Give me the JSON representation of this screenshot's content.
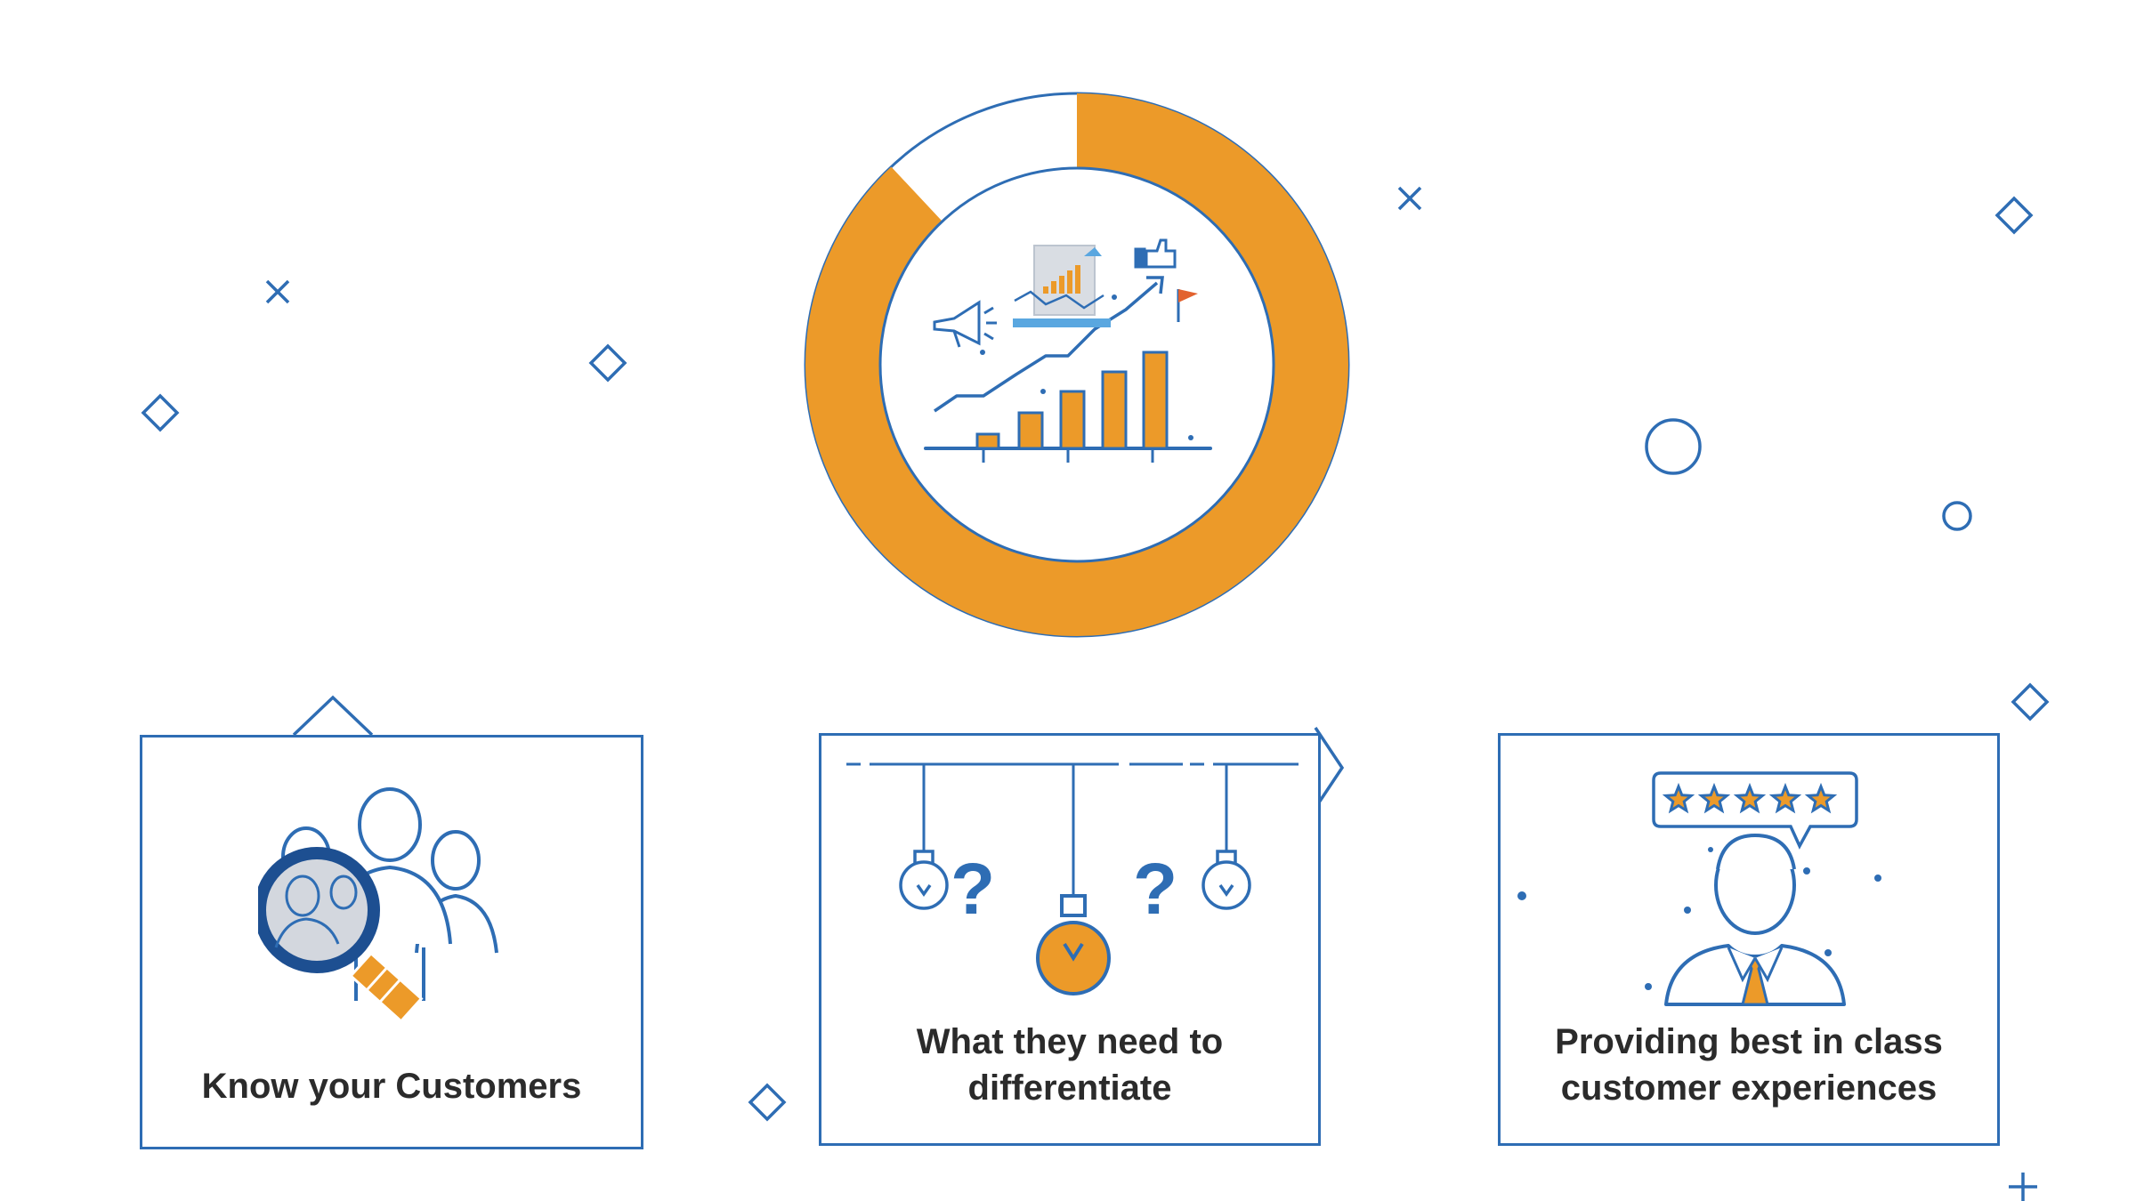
{
  "colors": {
    "accent": "#ec9a29",
    "brand_blue": "#2e6db4",
    "text": "#2b2b2b"
  },
  "hero": {
    "icon": "business-growth-icon",
    "ring_progress_fraction": 0.88
  },
  "cards": [
    {
      "label": "Know your Customers",
      "icon": "customer-search-icon"
    },
    {
      "label": "What they need to\ndifferentiate",
      "icon": "idea-bulbs-icon"
    },
    {
      "label": "Providing best in class\ncustomer experiences",
      "icon": "five-star-rating-icon"
    }
  ],
  "rating": {
    "stars": 5,
    "max": 5
  }
}
